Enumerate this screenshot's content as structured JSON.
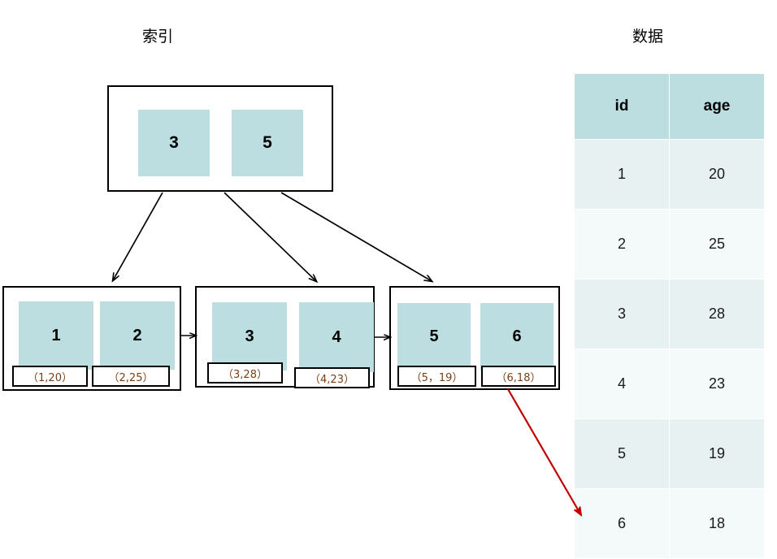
{
  "titles": {
    "index": "索引",
    "data": "数据"
  },
  "colors": {
    "key_fill": "#bcdee1",
    "table_header_fill": "#bcdee1",
    "row_odd_fill": "#e7f1f1",
    "row_even_fill": "#f4f9fa",
    "value_text": "#7b3f14",
    "pointer_arrow": "#c00000",
    "outline": "#000000"
  },
  "btree": {
    "root": {
      "keys": [
        "3",
        "5"
      ]
    },
    "leaves": [
      {
        "entries": [
          {
            "key": "1",
            "value": "（1,20）"
          },
          {
            "key": "2",
            "value": "（2,25）"
          }
        ]
      },
      {
        "entries": [
          {
            "key": "3",
            "value": "（3,28）"
          },
          {
            "key": "4",
            "value": "（4,23）"
          }
        ]
      },
      {
        "entries": [
          {
            "key": "5",
            "value": "（5，19）"
          },
          {
            "key": "6",
            "value": "（6,18）"
          }
        ]
      }
    ]
  },
  "table": {
    "columns": [
      "id",
      "age"
    ],
    "rows": [
      [
        "1",
        "20"
      ],
      [
        "2",
        "25"
      ],
      [
        "3",
        "28"
      ],
      [
        "4",
        "23"
      ],
      [
        "5",
        "19"
      ],
      [
        "6",
        "18"
      ]
    ]
  }
}
